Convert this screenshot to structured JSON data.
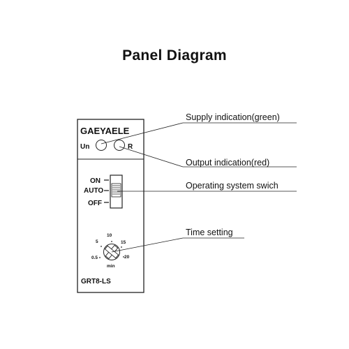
{
  "title": "Panel Diagram",
  "panel": {
    "brand": "GAEYAELE",
    "indicator_left": "Un",
    "indicator_right": "R",
    "switch_positions": [
      "ON",
      "AUTO",
      "OFF"
    ],
    "dial_scale": [
      "0.5",
      "5",
      "10",
      "15",
      "20"
    ],
    "dial_unit": "min",
    "model": "GRT8-LS"
  },
  "callouts": {
    "supply": "Supply indication(green)",
    "output": "Output indication(red)",
    "switch": "Operating system swich",
    "time": "Time setting"
  }
}
